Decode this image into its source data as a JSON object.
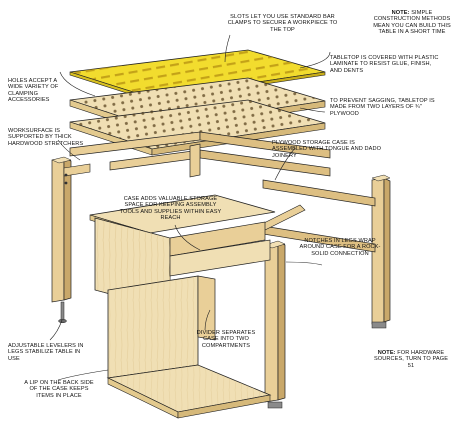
{
  "callouts": {
    "slots": "Slots let you use standard bar clamps to secure a workpiece to the top",
    "note_simple_heading": "Note:",
    "note_simple_body": "Simple construction methods mean you can build this table in a short time",
    "tabletop_laminate": "Tabletop is covered with plastic laminate to resist glue, finish, and dents",
    "holes": "Holes accept a wide variety of clamping accessories",
    "sagging": "To prevent sagging, tabletop is made from two layers of ¾\" plywood",
    "worksurface": "Worksurface is supported by thick hardwood stretchers",
    "plywood_case": "Plywood storage case is assembled with tongue and dado joinery",
    "case_adds": "Case adds valuable storage space for keeping assembly tools and supplies within easy reach",
    "notches": "Notches in legs wrap around case for a rock-solid connection",
    "divider": "Divider separates case into two compartments",
    "levelers": "Adjustable levelers in legs stabilize table in use",
    "note_hardware_heading": "Note:",
    "note_hardware_body": "For hardware sources, turn to page 51",
    "lip": "A lip on the back side of the case keeps items in place"
  },
  "colors": {
    "laminate": "#f2dc2e",
    "plywood": "#f0dfb4",
    "wood": "#e9cf98",
    "wood_dark": "#c9a86a",
    "leveler": "#8a8a8a",
    "line": "#222222"
  }
}
